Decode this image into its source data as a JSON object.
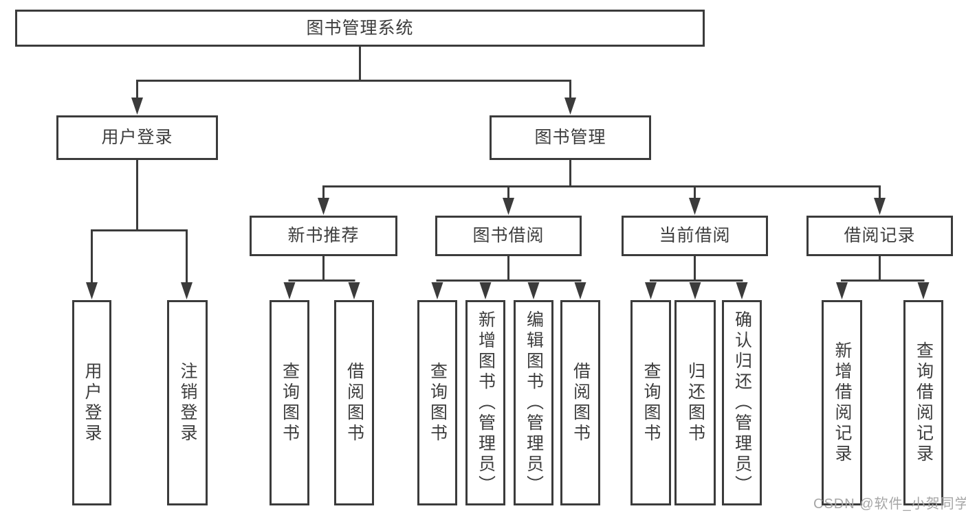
{
  "diagram": {
    "root": "图书管理系统",
    "branches": [
      {
        "label": "用户登录",
        "children": [
          "用户登录",
          "注销登录"
        ]
      },
      {
        "label": "图书管理",
        "groups": [
          {
            "label": "新书推荐",
            "children": [
              "查询图书",
              "借阅图书"
            ]
          },
          {
            "label": "图书借阅",
            "children": [
              "查询图书",
              "新增图书（管理员）",
              "编辑图书（管理员）",
              "借阅图书"
            ]
          },
          {
            "label": "当前借阅",
            "children": [
              "查询图书",
              "归还图书",
              "确认归还（管理员）"
            ]
          },
          {
            "label": "借阅记录",
            "children": [
              "新增借阅记录",
              "查询借阅记录"
            ]
          }
        ]
      }
    ]
  },
  "watermark": {
    "text": "CSDN @软件_小贺同学",
    "color": "#a6a6a6"
  },
  "colors": {
    "line": "#3b3b3b",
    "text": "#3d3d3d",
    "background": "#ffffff"
  }
}
